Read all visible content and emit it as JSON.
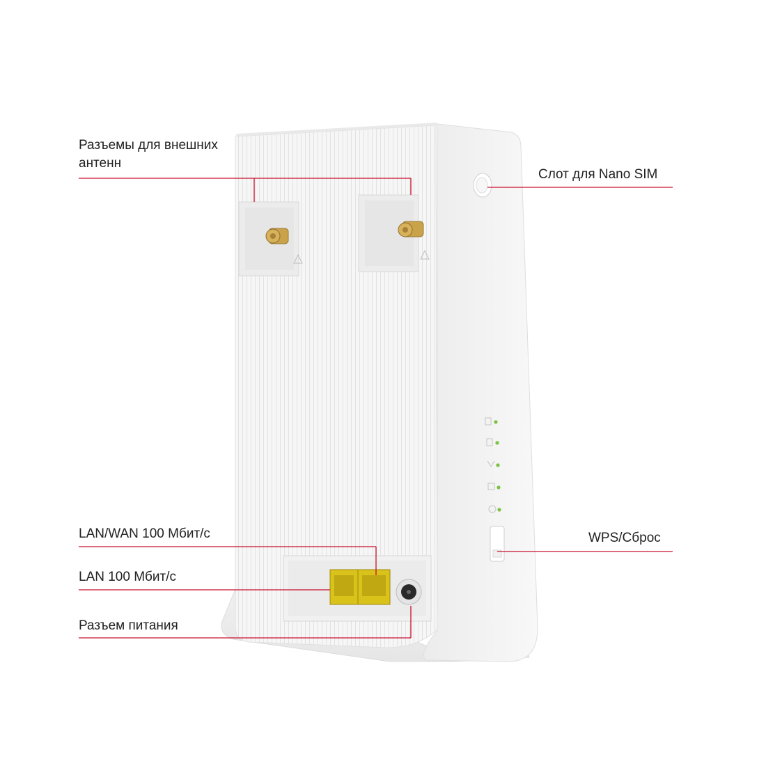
{
  "colors": {
    "callout_line": "#c8102e",
    "device_body": "#f2f2f2",
    "port_yellow": "#d9c21a",
    "connector_gold": "#c9a24a",
    "led_green": "#7cc242"
  },
  "callouts": {
    "antenna_connectors": "Разъемы для внешних антенн",
    "nano_sim_slot": "Слот для Nano SIM",
    "lan_wan_port": "LAN/WAN 100 Мбит/с",
    "lan_port": "LAN 100 Мбит/с",
    "power_connector": "Разъем питания",
    "wps_reset": "WPS/Сброс"
  }
}
